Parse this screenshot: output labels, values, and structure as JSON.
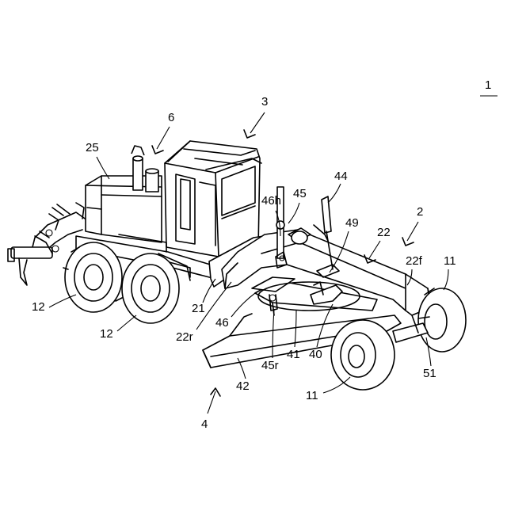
{
  "figure": {
    "figure_ref": "1",
    "labels": {
      "l3": "3",
      "l6": "6",
      "l25": "25",
      "l44": "44",
      "l45": "45",
      "l46h": "46h",
      "l2": "2",
      "l49": "49",
      "l22": "22",
      "l22f": "22f",
      "l11a": "11",
      "l12a": "12",
      "l12b": "12",
      "l21": "21",
      "l22r": "22r",
      "l46": "46",
      "l45r": "45r",
      "l41": "41",
      "l40": "40",
      "l51": "51",
      "l42": "42",
      "l11b": "11",
      "l4": "4"
    }
  }
}
